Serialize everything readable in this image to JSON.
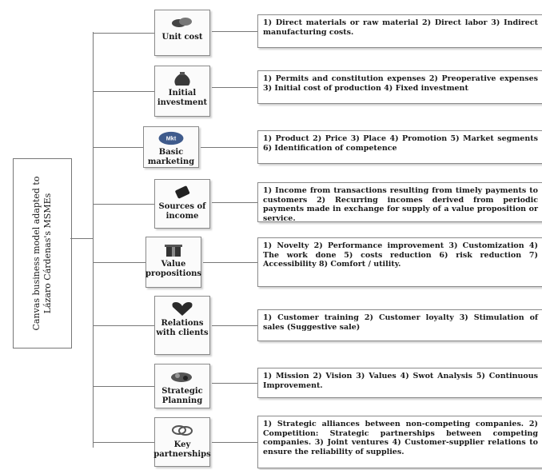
{
  "root_label": "Canvas business model adapted to Lázaro Cárdenas's MSMEs",
  "blocks": [
    {
      "label": "Unit cost",
      "icon": "coins-icon",
      "desc": "1) Direct materials or raw material 2) Direct labor 3) Indirect manufacturing costs."
    },
    {
      "label": "Initial investment",
      "icon": "money-bag-icon",
      "desc": "1) Permits and constitution expenses 2) Preoperative expenses 3) Initial cost of production 4) Fixed investment"
    },
    {
      "label": "Basic marketing",
      "icon": "mkt-badge-icon",
      "badge_text": "Mkt",
      "desc": "1) Product 2) Price 3) Place 4) Promotion 5) Market segments 6) Identification of competence"
    },
    {
      "label": "Sources of income",
      "icon": "wallet-icon",
      "desc": "1) Income from transactions resulting from timely payments to customers 2) Recurring incomes derived from periodic payments made in exchange for supply of a value proposition or service."
    },
    {
      "label": "Value propositions",
      "icon": "gift-icon",
      "desc": "1) Novelty 2) Performance improvement 3) Customization 4) The work done 5) costs reduction 6) risk reduction 7) Accessibility 8) Comfort / utility."
    },
    {
      "label": "Relations with clients",
      "icon": "heart-icon",
      "desc": "1) Customer training 2) Customer loyalty 3) Stimulation of sales (Suggestive sale)"
    },
    {
      "label": "Strategic Planning",
      "icon": "planning-icon",
      "desc": "1) Mission 2) Vision 3) Values 4) Swot Analysis 5) Continuous Improvement."
    },
    {
      "label": "Key partnerships",
      "icon": "handshake-icon",
      "desc": "1) Strategic alliances between non-competing companies. 2) Competition: Strategic partnerships between competing companies. 3) Joint ventures 4) Customer-supplier relations to ensure the reliability of supplies."
    }
  ]
}
